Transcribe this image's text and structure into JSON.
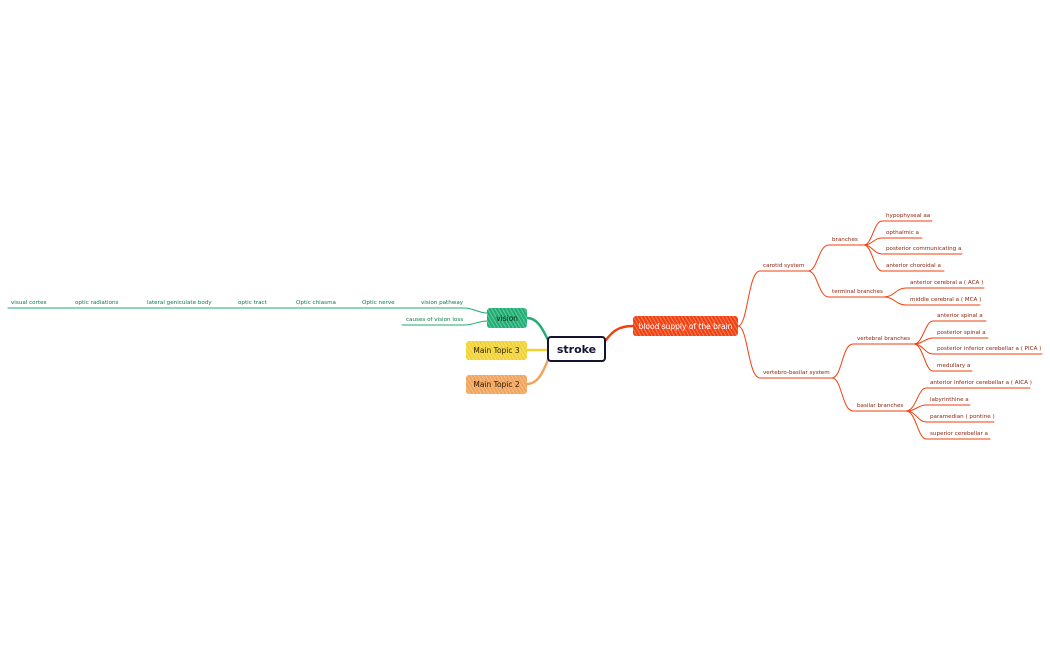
{
  "central": {
    "label": "stroke"
  },
  "colors": {
    "green": "#1fae72",
    "red": "#f0400f",
    "yellow": "#f2d233",
    "orange": "#f3a25a",
    "dark": "#141432"
  },
  "topics": {
    "blood_supply": {
      "label": "blood supply of the brain"
    },
    "vision": {
      "label": "vision"
    },
    "main3": {
      "label": "Main Topic 3"
    },
    "main2": {
      "label": "Main Topic 2"
    }
  },
  "vision_branch": {
    "vision_pathway": "vision pathway",
    "causes_of_vision_loss": "causes of vision loss",
    "optic_nerve": "Optic nerve",
    "optic_chiasma": "Optic chiasma",
    "optic_tract": "optic tract",
    "lateral_geniculate_body": "lateral geniculate body",
    "optic_radiations": "optic radiations",
    "visual_cortex": "visual cortex"
  },
  "blood_branch": {
    "carotid_system": "carotid system",
    "branches": "branches",
    "hypophyseal": "hypophyseal aa",
    "opthalmic": "opthalmic a",
    "posterior_communicating": "posterior communicating a",
    "anterior_choroidal": "anterior choroidal a",
    "terminal_branches": "terminal branches",
    "anterior_cerebral": "anterior cerebral a ( ACA )",
    "middle_cerebral": "middle cerebral a ( MCA )",
    "vertebro_basilar_system": "vertebro-basilar system",
    "vertebral_branches": "vertebral branches",
    "anterior_spinal": "anterior spinal a",
    "posterior_spinal": "posterior spinal a",
    "pica": "posterior inferior cerebellar a ( PICA )",
    "medullary": "medullary a",
    "basilar_branches": "basilar branches",
    "aica": "anterior inferior cerebellar a ( AICA )",
    "labyrinthine": "labyrinthine a",
    "paramedian": "paramedian ( pontine )",
    "superior_cerebellar": "superior cerebellar a"
  }
}
